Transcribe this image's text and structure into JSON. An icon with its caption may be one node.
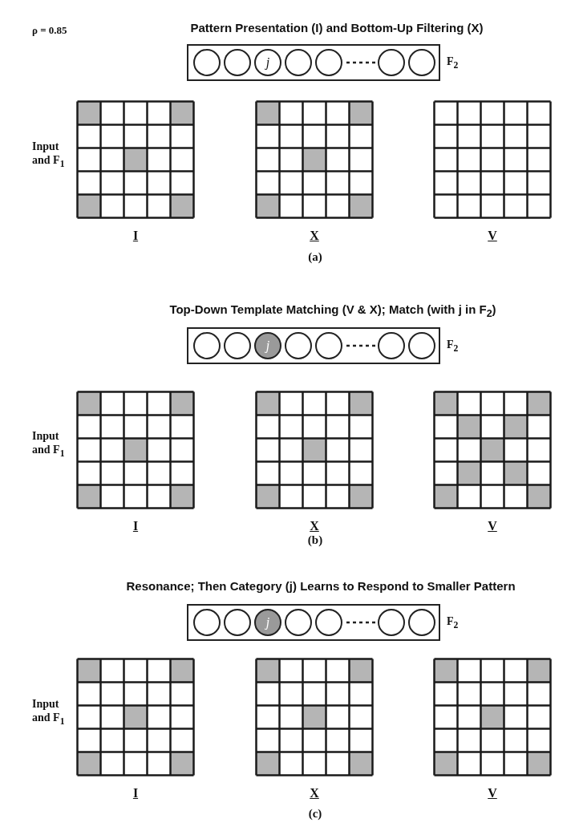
{
  "diagram": {
    "nodes": [
      {
        "text": [
          "F$_{2}$"
        ]
      },
      {
        "text": [],
        "shape": "circle",
        "in": 0
      },
      {
        "text": [],
        "shape": "circle",
        "in": 0
      },
      {
        "text": [
          "j"
        ],
        "in": 0
      },
      {
        "text": [],
        "shape": "circle",
        "in": 0
      },
      {
        "text": [],
        "shape": "circle",
        "in": 0
      },
      {
        "text": [],
        "shape": "circle",
        "in": 0
      },
      {
        "text": [],
        "shape": "circle",
        "in": 0
      },
      {
        "text": [],
        "shape": "grid",
        "beside": [
          "I"
        ]
      },
      {
        "text": [],
        "shape": "grid",
        "beside": [
          "X"
        ]
      },
      {
        "text": [],
        "shape": "grid",
        "beside": [
          "V"
        ]
      },
      {
        "text": [
          "F$_{2}$"
        ]
      },
      {
        "text": [],
        "shape": "circle",
        "in": 11
      },
      {
        "text": [],
        "shape": "circle",
        "in": 11
      },
      {
        "text": [
          "j"
        ],
        "in": 11
      },
      {
        "text": [],
        "shape": "circle",
        "in": 11
      },
      {
        "text": [],
        "shape": "circle",
        "in": 11
      },
      {
        "text": [],
        "shape": "circle",
        "in": 11
      },
      {
        "text": [],
        "shape": "circle",
        "in": 11
      },
      {
        "text": [],
        "shape": "grid",
        "beside": [
          "I"
        ]
      },
      {
        "text": [],
        "shape": "grid",
        "beside": [
          "X"
        ]
      },
      {
        "text": [],
        "shape": "grid",
        "beside": [
          "V"
        ]
      },
      {
        "text": [
          "F$_{2}$"
        ]
      },
      {
        "text": [],
        "shape": "circle",
        "in": 22
      },
      {
        "text": [],
        "shape": "circle",
        "in": 22
      },
      {
        "text": [
          "j"
        ],
        "in": 22
      },
      {
        "text": [],
        "shape": "circle",
        "in": 22
      },
      {
        "text": [],
        "shape": "circle",
        "in": 22
      },
      {
        "text": [],
        "shape": "circle",
        "in": 22
      },
      {
        "text": [],
        "shape": "circle",
        "in": 22
      },
      {
        "text": [],
        "shape": "grid",
        "beside": [
          "I"
        ]
      },
      {
        "text": [],
        "shape": "grid",
        "beside": [
          "X"
        ]
      },
      {
        "text": [],
        "shape": "grid",
        "beside": [
          "V"
        ]
      }
    ],
    "labels": [
      "ρ = 0.85",
      "Pattern Presentation (I) and Bottom-Up Filtering (X)",
      "Input and F$_{1}$",
      "(a)",
      "Top-Down Template Matching (V & X); Match (with j in F$_{2}$)",
      "Input and F$_{1}$",
      "(b)",
      "Resonance; Then Category (j) Learns to Respond to Smaller Pattern",
      "Input and F$_{1}$",
      "(c)"
    ]
  }
}
